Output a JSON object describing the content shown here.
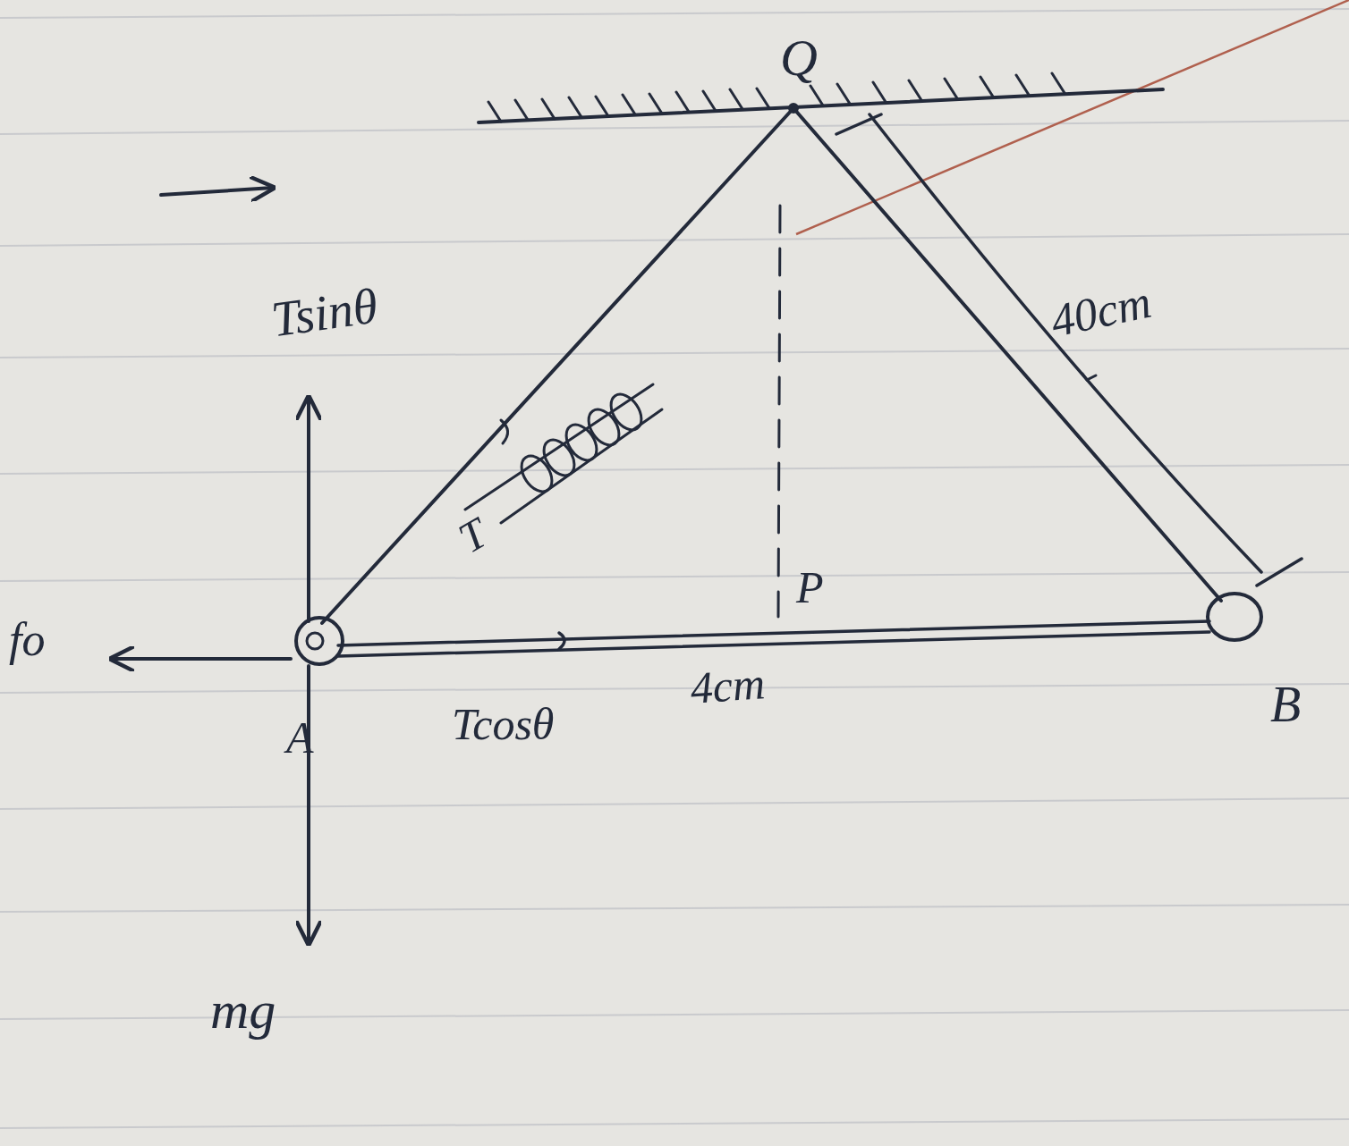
{
  "diagram": {
    "labels": [
      "Q",
      "Tsinθ",
      "40cm",
      "T",
      "P",
      "fo",
      "Tcosθ",
      "4cm",
      "A",
      "B",
      "mg"
    ]
  }
}
